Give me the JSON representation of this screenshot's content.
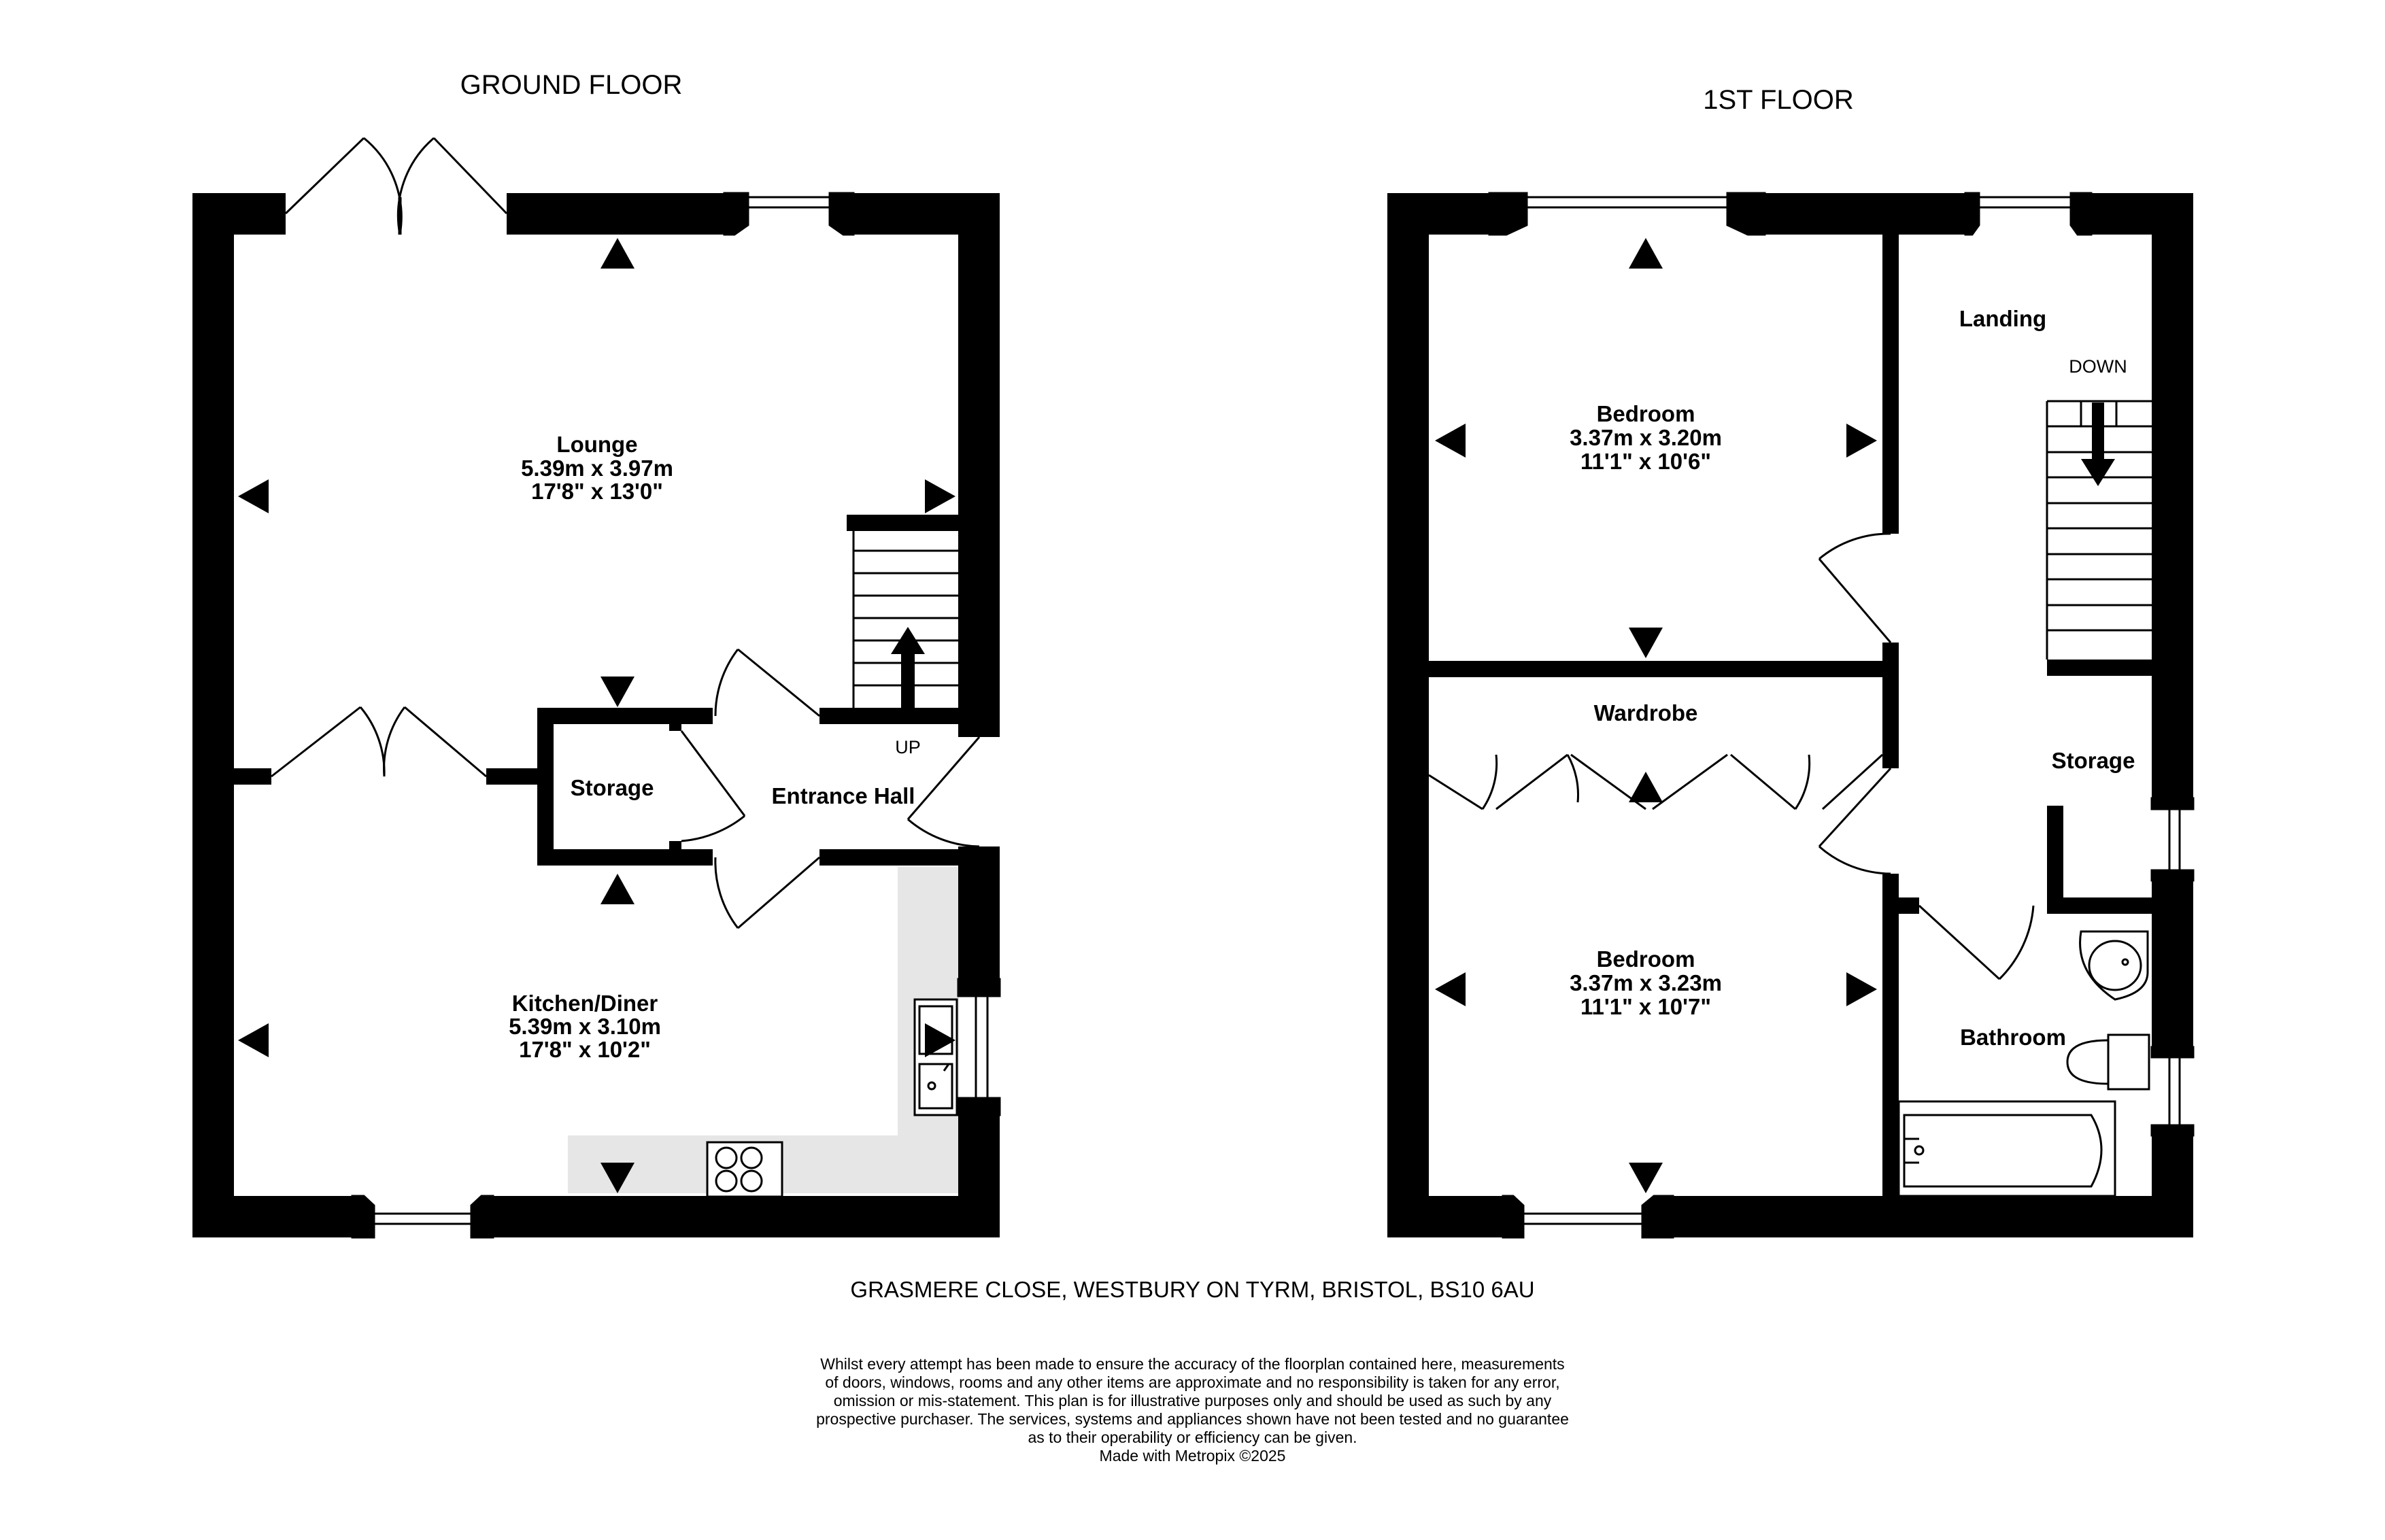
{
  "ground_floor": {
    "title": "GROUND FLOOR",
    "rooms": {
      "lounge": {
        "name": "Lounge",
        "dim_metric": "5.39m  x 3.97m",
        "dim_imperial": "17'8\"  x 13'0\""
      },
      "kitchen": {
        "name": "Kitchen/Diner",
        "dim_metric": "5.39m  x 3.10m",
        "dim_imperial": "17'8\"  x 10'2\""
      },
      "storage": {
        "name": "Storage"
      },
      "hall": {
        "name": "Entrance Hall"
      }
    },
    "stairs_label": "UP"
  },
  "first_floor": {
    "title": "1ST FLOOR",
    "rooms": {
      "bedroom1": {
        "name": "Bedroom",
        "dim_metric": "3.37m  x 3.20m",
        "dim_imperial": "11'1\"  x 10'6\""
      },
      "bedroom2": {
        "name": "Bedroom",
        "dim_metric": "3.37m  x 3.23m",
        "dim_imperial": "11'1\"  x 10'7\""
      },
      "wardrobe": {
        "name": "Wardrobe"
      },
      "landing": {
        "name": "Landing"
      },
      "storage": {
        "name": "Storage"
      },
      "bathroom": {
        "name": "Bathroom"
      }
    },
    "stairs_label": "DOWN"
  },
  "address": "GRASMERE CLOSE, WESTBURY ON TYRM, BRISTOL, BS10 6AU",
  "disclaimer": {
    "lines": [
      "Whilst every attempt has been made to ensure the accuracy of the floorplan contained here, measurements",
      "of doors, windows, rooms and any other items are approximate and no responsibility is taken for any error,",
      "omission or mis-statement. This plan is for illustrative purposes only and should be used as such by any",
      "prospective purchaser. The services, systems and appliances shown have not been tested and no guarantee",
      "as to their operability or efficiency can be given.",
      "Made with Metropix ©2025"
    ]
  },
  "colors": {
    "wall": "#000000",
    "worktop": "#e6e6e6",
    "background": "#ffffff"
  }
}
